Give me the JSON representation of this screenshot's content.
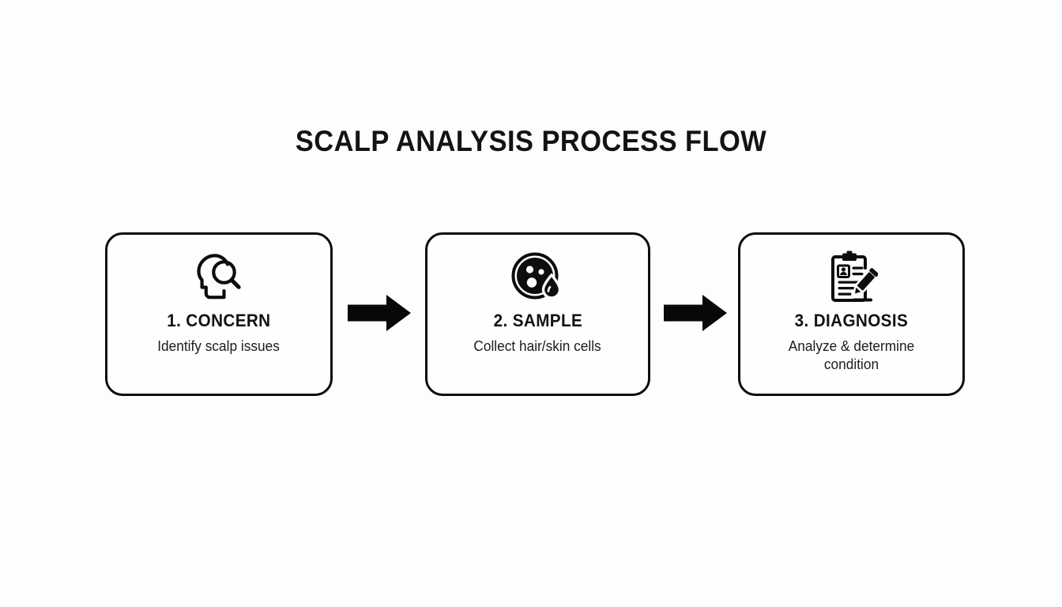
{
  "page": {
    "title": "SCALP ANALYSIS PROCESS FLOW",
    "background_color": "#fdfdfd",
    "ink_color": "#111111"
  },
  "flow": {
    "steps": [
      {
        "heading": "1. CONCERN",
        "description": "Identify scalp issues",
        "icon": "head-magnifier-icon"
      },
      {
        "heading": "2. SAMPLE",
        "description": "Collect hair/skin cells",
        "icon": "skin-pores-droplet-icon"
      },
      {
        "heading": "3. DIAGNOSIS",
        "description": "Analyze & determine condition",
        "icon": "clipboard-pen-icon"
      }
    ],
    "connectors": [
      {
        "icon": "arrow-right-icon"
      },
      {
        "icon": "arrow-right-icon"
      }
    ]
  }
}
